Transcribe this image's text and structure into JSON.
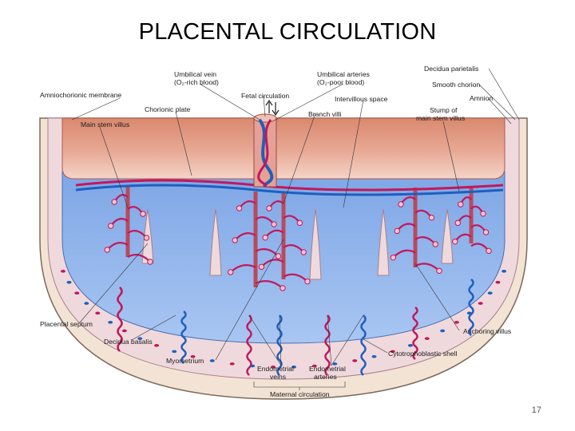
{
  "slide": {
    "title": "PLACENTAL CIRCULATION",
    "page_number": "17"
  },
  "labels": {
    "umbilical_vein": [
      "Umbilical vein",
      "(O₂-rich blood)"
    ],
    "umbilical_arteries": [
      "Umbilical arteries",
      "(O₂-poor blood)"
    ],
    "decidua_parietalis": "Decidua parietalis",
    "amniochorionic_membrane": "Amniochorionic membrane",
    "chorionic_plate": "Chorionic plate",
    "fetal_circulation": "Fetal circulation",
    "intervillous_space": "Intervillous space",
    "smooth_chorion": "Smooth chorion",
    "amnion": "Amnion",
    "stump_main_stem_villus": [
      "Stump of",
      "main stem villus"
    ],
    "main_stem_villus": "Main stem villus",
    "branch_villi": "Branch villi",
    "placental_septum": "Placental septum",
    "decidua_basalis": "Decidua basalis",
    "anchoring_villus": "Anchoring villus",
    "myometrium": "Myometrium",
    "cytotrophoblastic_shell": "Cytotrophoblastic shell",
    "endometrial_veins": [
      "Endometrial",
      "veins"
    ],
    "endometrial_arteries": [
      "Endometrial",
      "arteries"
    ],
    "maternal_circulation": "Maternal circulation"
  },
  "colors": {
    "arterial": "#c2185b",
    "venous": "#1e5fbf",
    "intervillous": "#8fb4ec",
    "chorion_top": "#d9896e",
    "decidua": "#f2e3d5"
  }
}
